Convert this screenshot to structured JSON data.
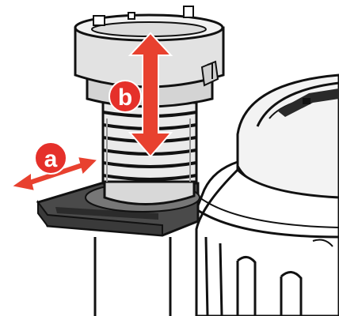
{
  "labels": {
    "a": "a",
    "b": "b"
  },
  "colors": {
    "arrow_red": "#e8412f",
    "badge_red": "#e5302a",
    "outline": "#111111",
    "light_gray": "#e6e6e6",
    "mid_gray": "#cfcfcf",
    "dark_gray": "#5a5a5a",
    "tray_dark": "#4a4a4a",
    "background": "#ffffff"
  },
  "icons": {
    "a_arrow": "double-headed-horizontal-arrow",
    "b_arrow": "double-headed-vertical-arrow"
  }
}
